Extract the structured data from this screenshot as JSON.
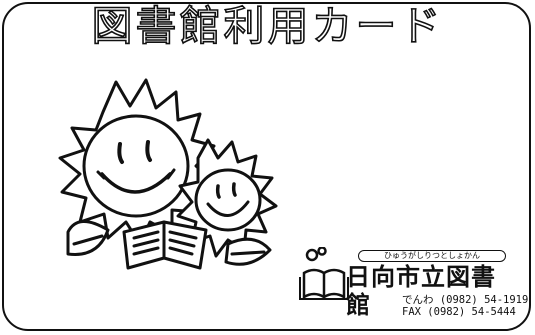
{
  "card": {
    "title": "図書館利用カード"
  },
  "illustration": {
    "icon": "sunflowers-reading-book-illustration"
  },
  "library": {
    "furigana": "ひゅうがしりつとしょかん",
    "name": "日向市立図書館",
    "phone_label": "でんわ",
    "phone": "(0982) 54-1919",
    "fax_label": "FAX",
    "fax": "(0982) 54-5444",
    "logo_icon": "open-book-with-circles-logo"
  }
}
